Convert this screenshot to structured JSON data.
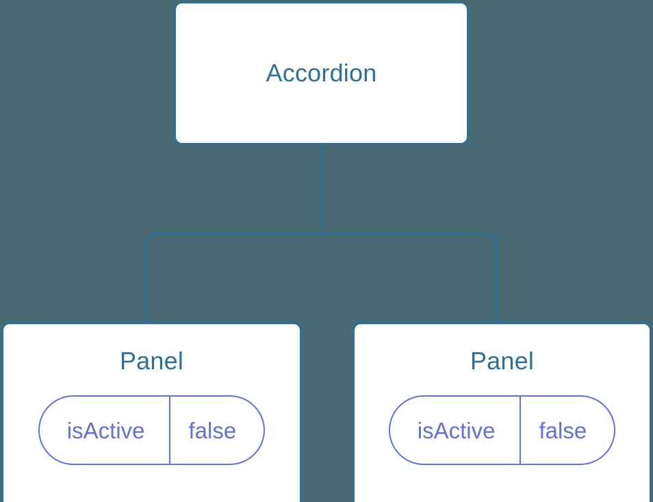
{
  "diagram": {
    "type": "component-tree",
    "background_color": "#4a6a73",
    "node_border_color": "#2e7099",
    "node_fill_color": "#ffffff",
    "node_title_color": "#2e7099",
    "prop_color": "#6370dc",
    "connector_color": "#2e7099"
  },
  "root": {
    "title": "Accordion"
  },
  "children": [
    {
      "title": "Panel",
      "prop": {
        "key": "isActive",
        "value": "false"
      }
    },
    {
      "title": "Panel",
      "prop": {
        "key": "isActive",
        "value": "false"
      }
    }
  ]
}
